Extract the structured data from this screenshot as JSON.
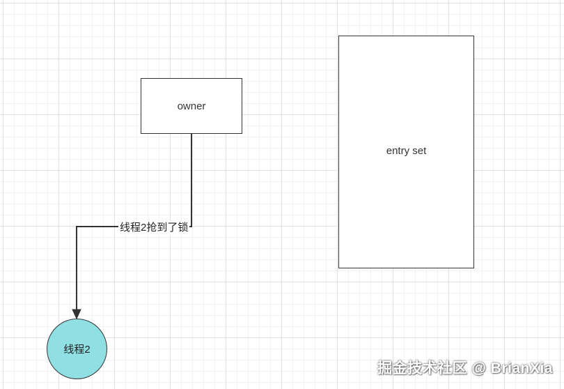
{
  "diagram": {
    "nodes": {
      "owner": {
        "label": "owner"
      },
      "entry_set": {
        "label": "entry set"
      },
      "thread2": {
        "label": "线程2",
        "fill": "#8fdfe3"
      }
    },
    "edges": [
      {
        "from": "owner",
        "to": "thread2",
        "label": "线程2抢到了锁"
      }
    ]
  },
  "watermark": {
    "text": "掘金技术社区 @ BrianXia"
  },
  "colors": {
    "stroke": "#333333",
    "grid": "#e2e2e2",
    "background": "#ffffff"
  }
}
